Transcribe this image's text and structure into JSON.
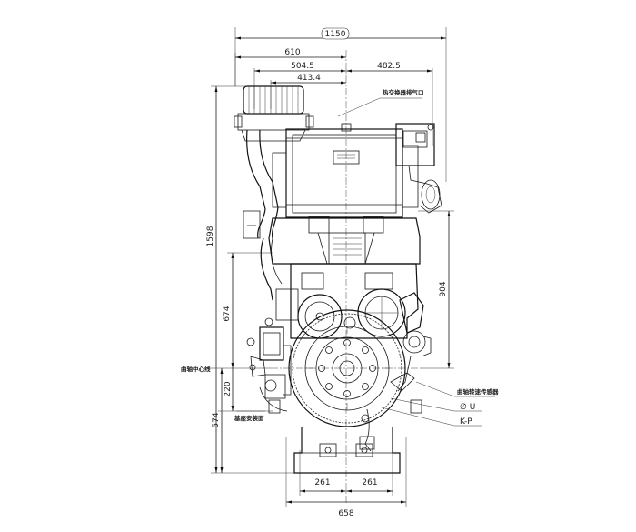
{
  "dimensions": {
    "overall_width": "1150",
    "left_half": "610",
    "left_a": "504.5",
    "left_b": "413.4",
    "right_a": "482.5",
    "height_total": "1598",
    "height_crank_up": "674",
    "height_right": "904",
    "height_crank_base": "220",
    "height_base": "574",
    "base_left": "261",
    "base_right": "261",
    "base_width": "658"
  },
  "labels": {
    "heat_exchanger_vent": "热交换器排气口",
    "crank_centerline": "曲轴中心线",
    "mount_surface": "基座安装面",
    "flywheel_housing": "曲轴转速传感器",
    "phi_u": "∅ U",
    "kp": "K-P"
  }
}
